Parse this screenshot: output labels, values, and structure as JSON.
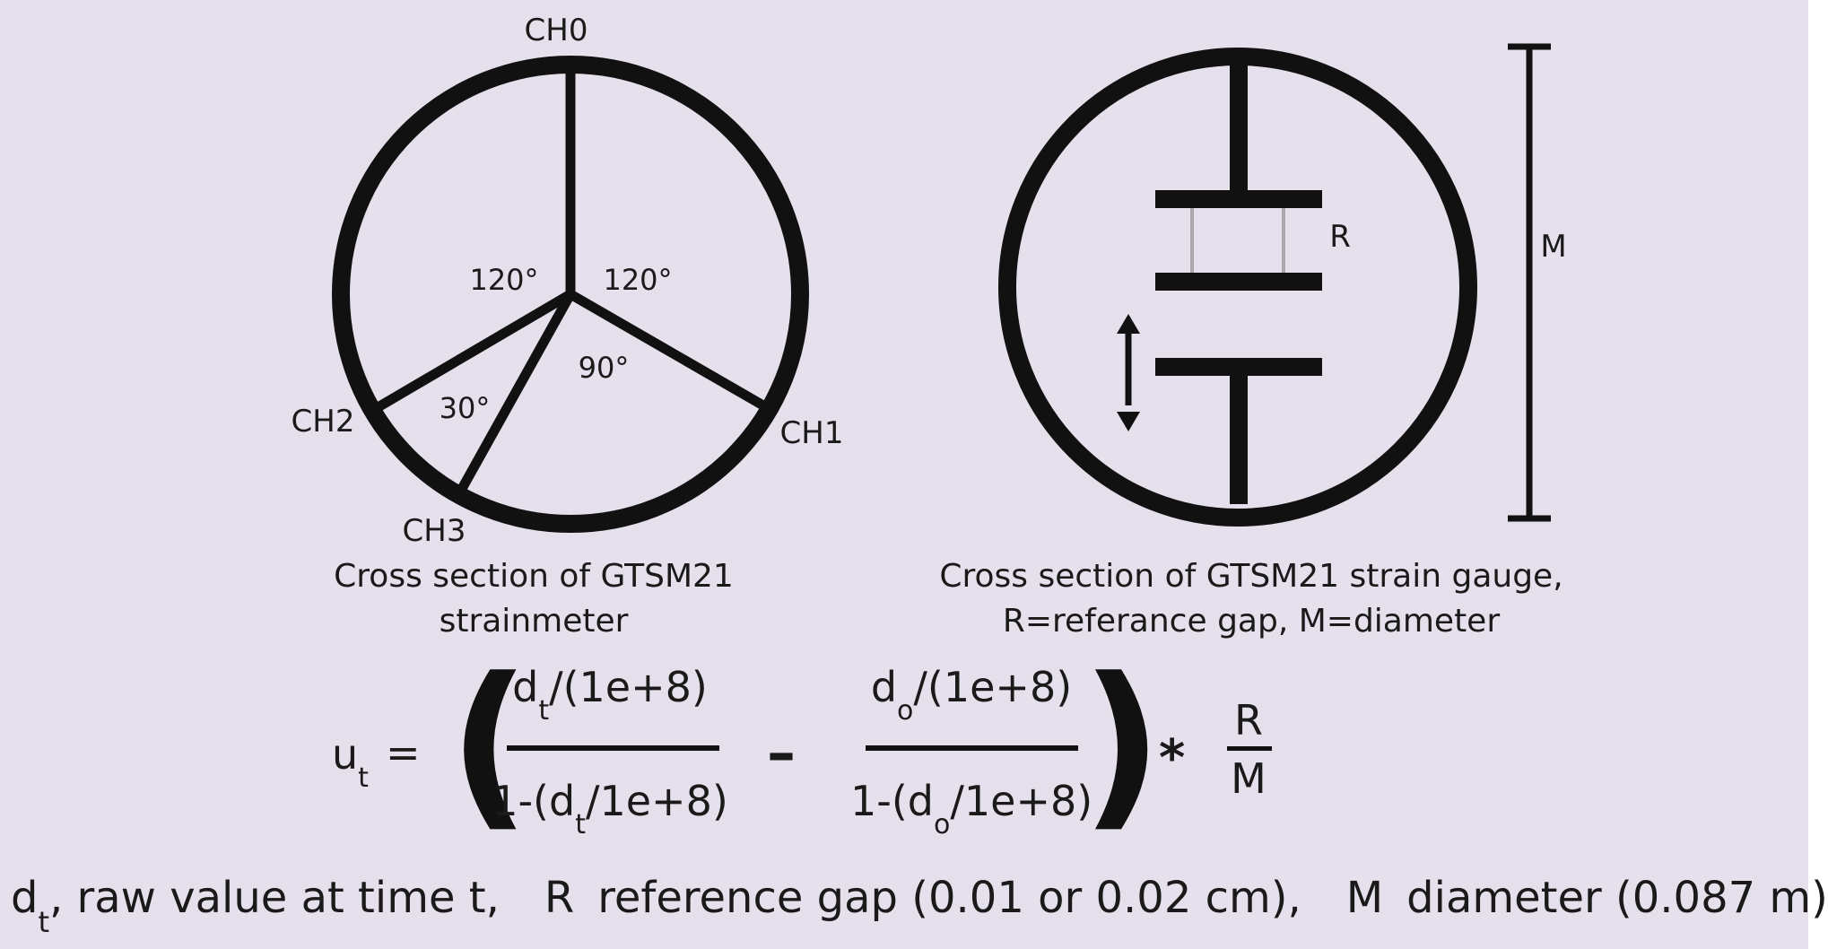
{
  "colors": {
    "background": "#e6e0ec",
    "stroke": "#111111",
    "gap_line": "#a9a9a9"
  },
  "strainmeter": {
    "channels": {
      "ch0": "CH0",
      "ch1": "CH1",
      "ch2": "CH2",
      "ch3": "CH3"
    },
    "angles": {
      "a_left": "120°",
      "a_right": "120°",
      "a_bottom": "90°",
      "a_small": "30°"
    },
    "caption_line1": "Cross section  of GTSM21",
    "caption_line2": "strainmeter"
  },
  "gauge": {
    "label_r": "R",
    "label_m": "M",
    "caption_line1": "Cross section  of GTSM21 strain gauge,",
    "caption_line2": "R=referance gap, M=diameter"
  },
  "formula": {
    "lhs_base": "u",
    "lhs_sub": "t",
    "equals": "=",
    "minus": "–",
    "times": "*",
    "frac1": {
      "num_base": "d",
      "num_sub": "t",
      "num_rest": "/(1e+8)",
      "den_pre": "1-(d",
      "den_sub": "t",
      "den_rest": "/1e+8)"
    },
    "frac2": {
      "num_base": "d",
      "num_sub": "o",
      "num_rest": "/(1e+8)",
      "den_pre": "1-(d",
      "den_sub": "o",
      "den_rest": "/1e+8)"
    },
    "frac3": {
      "num": "R",
      "den": "M"
    }
  },
  "legend": {
    "d_base": "d",
    "d_sub": "t",
    "d_text": ", raw value at time t,",
    "r_sym": "R",
    "r_text": "reference gap (0.01 or 0.02 cm),",
    "m_sym": "M",
    "m_text": "diameter (0.087 m)"
  }
}
